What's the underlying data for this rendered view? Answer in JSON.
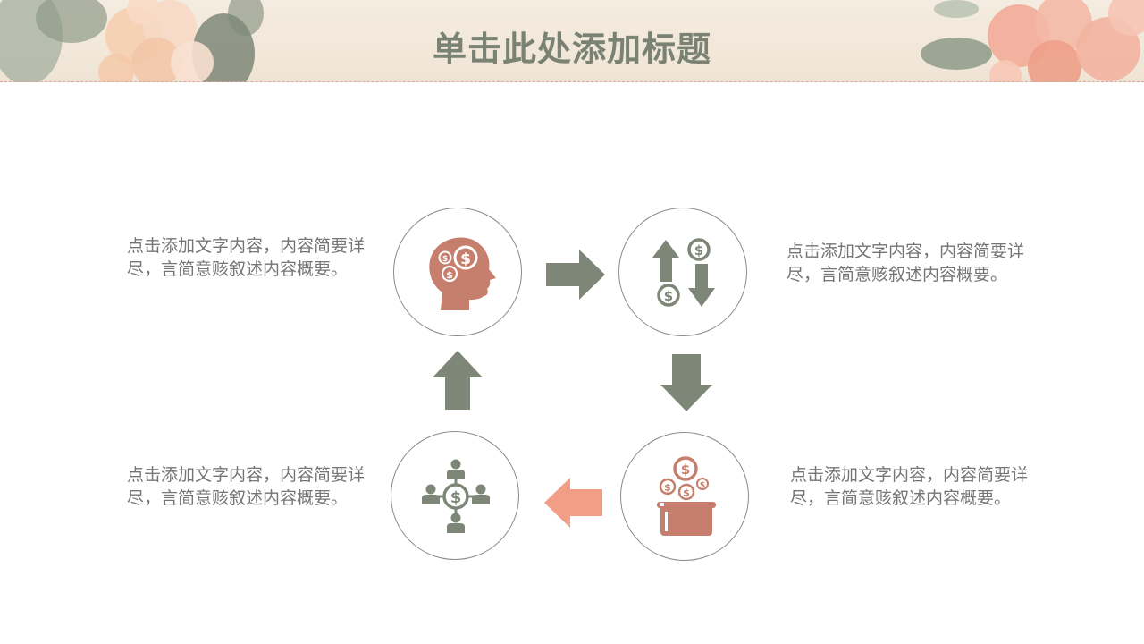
{
  "slide": {
    "title": "单击此处添加标题",
    "colors": {
      "sage": "#7e8777",
      "terracotta": "#c67f6c",
      "salmon": "#f29e86",
      "text": "#757575",
      "circle_border": "#8a8a86",
      "header_bg": "#f2e8da",
      "dashed_rule": "#d9a79a"
    }
  },
  "steps": [
    {
      "icon": "head-money-icon",
      "text": "点击添加文字内容，内容简要详尽，言简意赅叙述内容概要。"
    },
    {
      "icon": "exchange-arrows-money-icon",
      "text": "点击添加文字内容，内容简要详尽，言简意赅叙述内容概要。"
    },
    {
      "icon": "money-box-icon",
      "text": "点击添加文字内容，内容简要详尽，言简意赅叙述内容概要。"
    },
    {
      "icon": "people-network-money-icon",
      "text": "点击添加文字内容，内容简要详尽，言简意赅叙述内容概要。"
    }
  ],
  "arrows": [
    {
      "direction": "right",
      "color": "#7e8777"
    },
    {
      "direction": "down",
      "color": "#7e8777"
    },
    {
      "direction": "left",
      "color": "#f29e86"
    },
    {
      "direction": "up",
      "color": "#7e8777"
    }
  ]
}
